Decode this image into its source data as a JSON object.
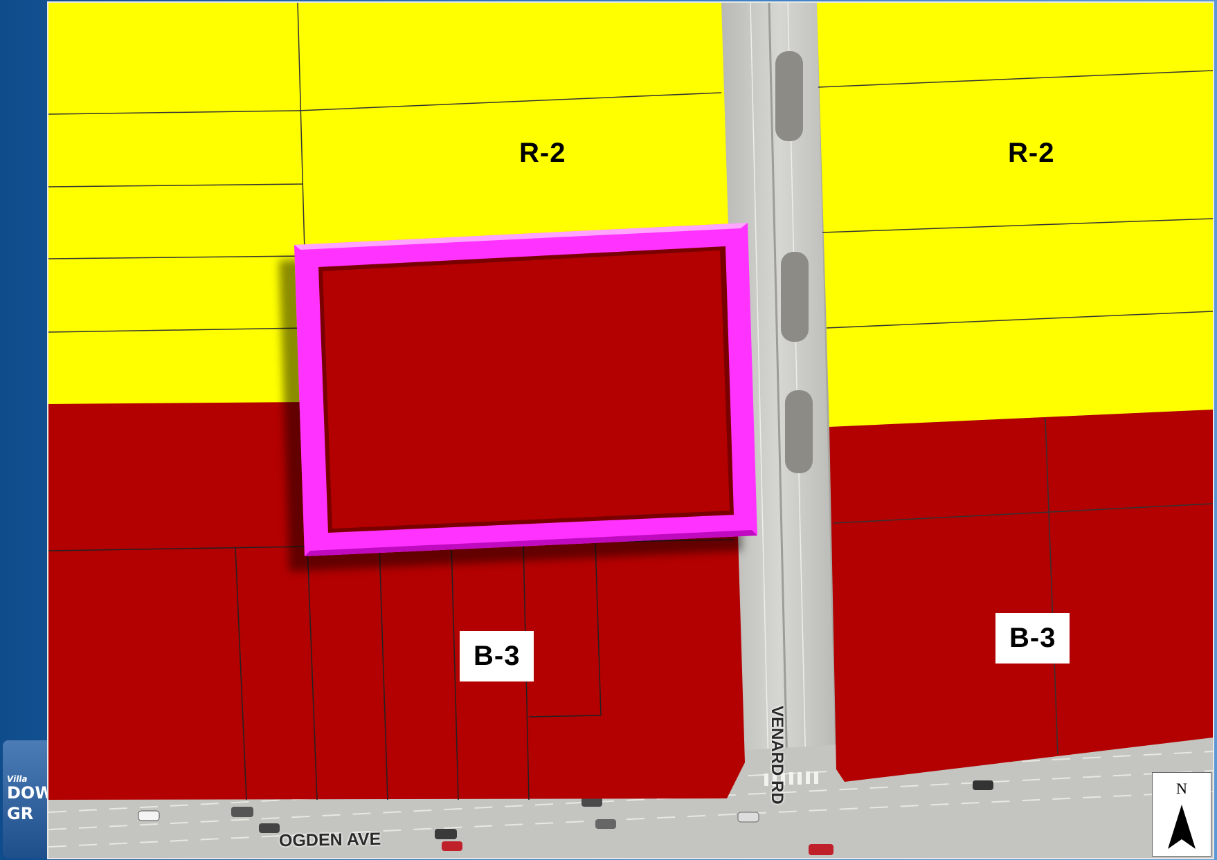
{
  "map": {
    "zones": {
      "residential_north_west": "R-2",
      "residential_north_east": "R-2",
      "business_south_west": "B-3",
      "business_south_east": "B-3"
    },
    "streets": {
      "north_south": "VENARD RD",
      "east_west": "OGDEN AVE"
    },
    "north_arrow_label": "N",
    "colors": {
      "residential": "#ffff00",
      "business": "#b30000",
      "highlight": "#ff33ff",
      "road": "#c8c8c4"
    }
  },
  "logo": {
    "line1": "Villa",
    "line2": "DOW",
    "line3": "GR"
  }
}
